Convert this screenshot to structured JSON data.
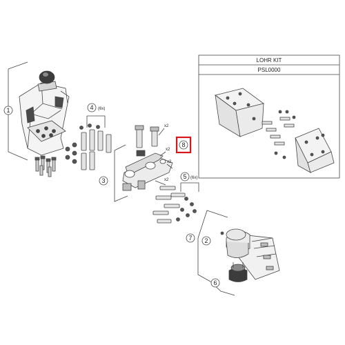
{
  "callouts": {
    "c1": "1",
    "c2": "2",
    "c3": "3",
    "c4": "4",
    "c4_qty": "(6x)",
    "c5": "5",
    "c5_qty": "(6x)",
    "c6": "6",
    "c7": "7",
    "c8": "8"
  },
  "multipliers": {
    "m1": "x2",
    "m2": "x2",
    "m3": "x2",
    "m4": "x2"
  },
  "kit": {
    "title": "LOHR KIT",
    "code": "PSL0000"
  },
  "colors": {
    "line": "#444444",
    "highlight": "#d8141c",
    "part_fill": "#f2f2f2",
    "dark_fill": "#4a4a4a"
  }
}
